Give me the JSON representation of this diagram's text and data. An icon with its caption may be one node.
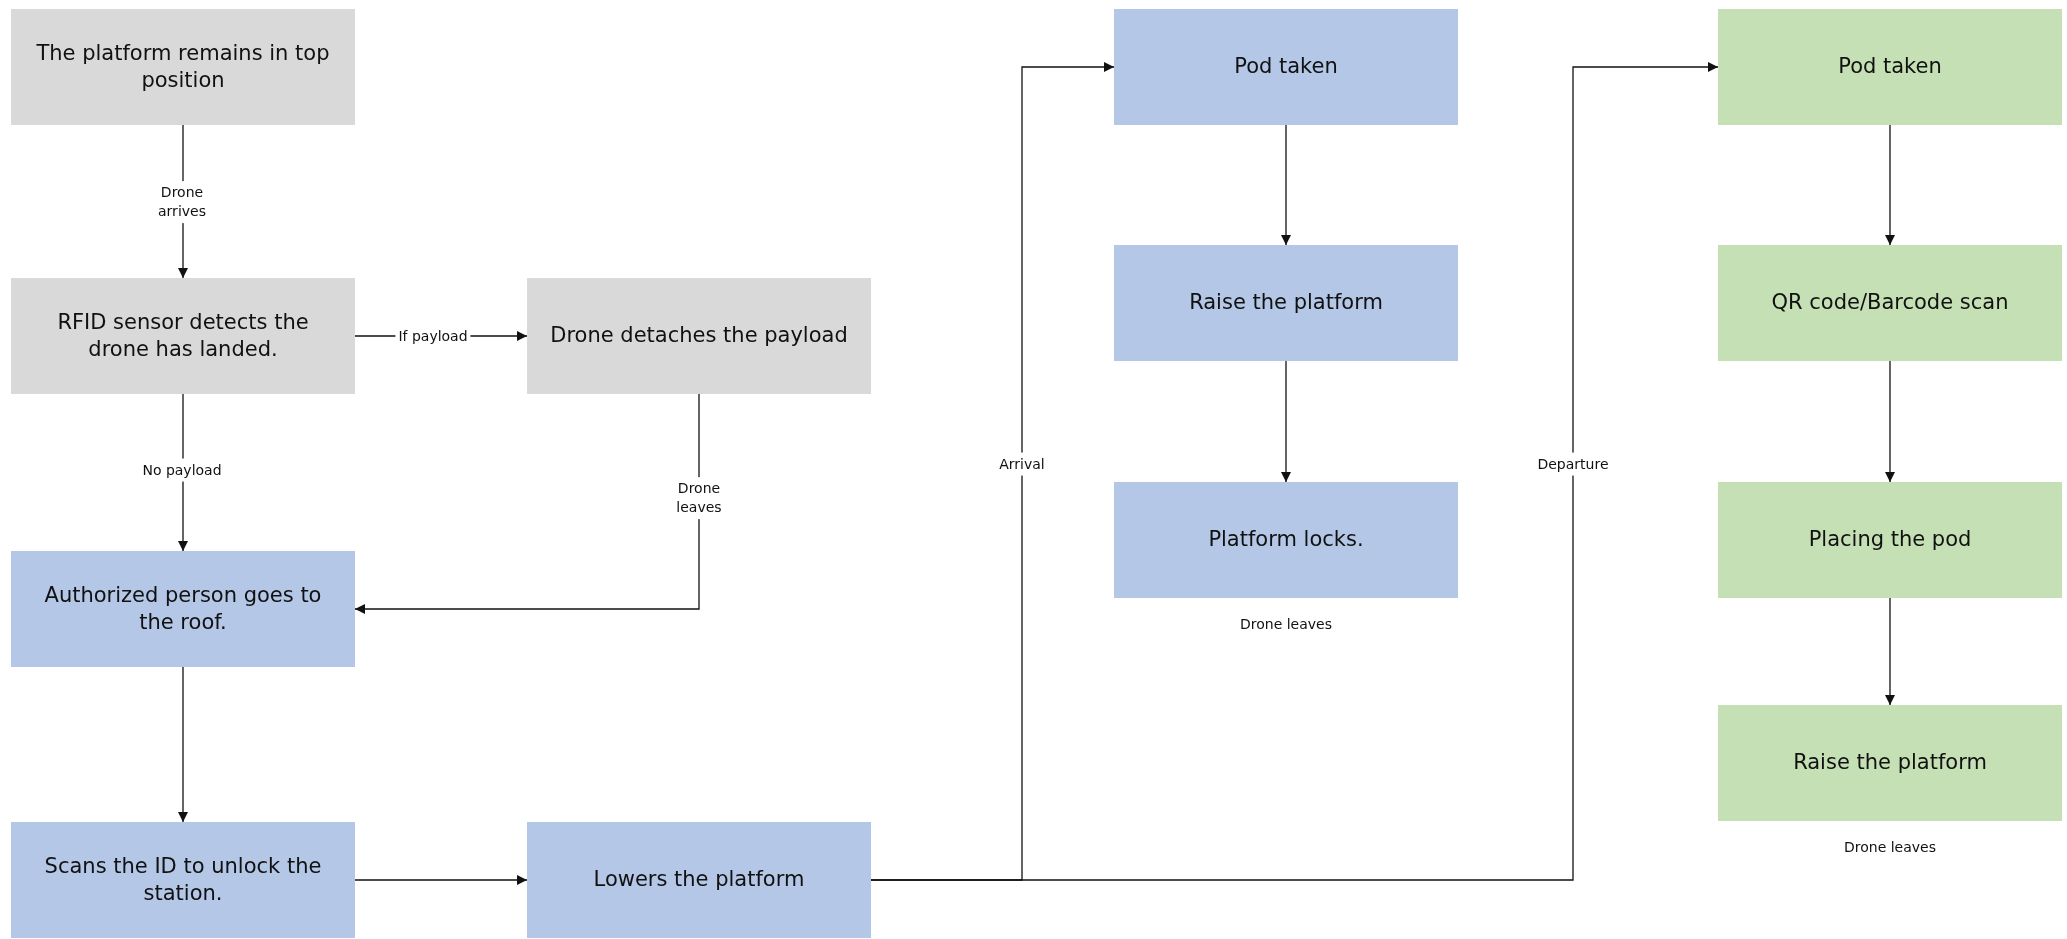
{
  "diagram": {
    "nodes": [
      {
        "text": [
          "The platform remains in top position"
        ]
      },
      {
        "text": [
          "RFID sensor detects the drone has landed."
        ]
      },
      {
        "text": [
          "Drone detaches the payload"
        ]
      },
      {
        "text": [
          "Authorized person goes to the roof."
        ]
      },
      {
        "text": [
          "Scans the ID to unlock the station."
        ]
      },
      {
        "text": [
          "Lowers the platform"
        ]
      },
      {
        "text": [
          "Pod taken"
        ]
      },
      {
        "text": [
          "Raise the platform"
        ]
      },
      {
        "text": [
          "Platform locks."
        ],
        "beside": [
          "Drone leaves"
        ]
      },
      {
        "text": [
          "Pod taken"
        ]
      },
      {
        "text": [
          "QR code/Barcode scan"
        ]
      },
      {
        "text": [
          "Placing the pod"
        ]
      },
      {
        "text": [
          "Raise the platform"
        ],
        "beside": [
          "Drone leaves"
        ]
      }
    ],
    "edges": [
      {
        "from": 0,
        "to": 1,
        "arrow": "to",
        "label": "Drone arrives"
      },
      {
        "from": 1,
        "to": 2,
        "arrow": "to",
        "label": "If payload"
      },
      {
        "from": 1,
        "to": 3,
        "arrow": "to",
        "label": "No payload"
      },
      {
        "from": 2,
        "to": 3,
        "arrow": "to",
        "label": "Drone leaves"
      },
      {
        "from": 3,
        "to": 4,
        "arrow": "to"
      },
      {
        "from": 4,
        "to": 5,
        "arrow": "to"
      },
      {
        "from": 5,
        "to": 6,
        "arrow": "to",
        "label": "Arrival"
      },
      {
        "from": 5,
        "to": 9,
        "arrow": "to",
        "label": "Departure"
      },
      {
        "from": 6,
        "to": 7,
        "arrow": "to"
      },
      {
        "from": 7,
        "to": 8,
        "arrow": "to"
      },
      {
        "from": 9,
        "to": 10,
        "arrow": "to"
      },
      {
        "from": 10,
        "to": 11,
        "arrow": "to"
      },
      {
        "from": 11,
        "to": 12,
        "arrow": "to"
      }
    ]
  }
}
